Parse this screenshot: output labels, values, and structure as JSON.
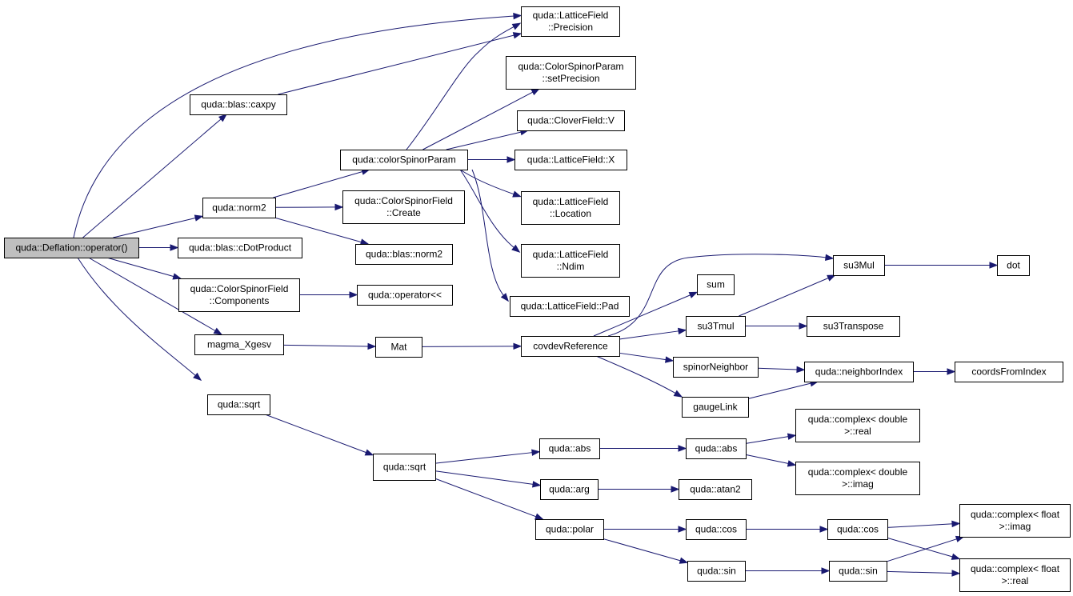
{
  "graph": {
    "nodes": [
      {
        "id": "root",
        "lines": [
          "quda::Deflation::operator()"
        ],
        "root": true
      },
      {
        "id": "caxpy",
        "lines": [
          "quda::blas::caxpy"
        ]
      },
      {
        "id": "norm2",
        "lines": [
          "quda::norm2"
        ]
      },
      {
        "id": "cdot",
        "lines": [
          "quda::blas::cDotProduct"
        ]
      },
      {
        "id": "components",
        "lines": [
          "quda::ColorSpinorField",
          "::Components"
        ]
      },
      {
        "id": "magma",
        "lines": [
          "magma_Xgesv"
        ]
      },
      {
        "id": "sqrt1",
        "lines": [
          "quda::sqrt"
        ]
      },
      {
        "id": "lfprecision",
        "lines": [
          "quda::LatticeField",
          "::Precision"
        ]
      },
      {
        "id": "csparam",
        "lines": [
          "quda::colorSpinorParam"
        ]
      },
      {
        "id": "csfcreate",
        "lines": [
          "quda::ColorSpinorField",
          "::Create"
        ]
      },
      {
        "id": "blasnorm2",
        "lines": [
          "quda::blas::norm2"
        ]
      },
      {
        "id": "opstream",
        "lines": [
          "quda::operator<<"
        ]
      },
      {
        "id": "setprecision",
        "lines": [
          "quda::ColorSpinorParam",
          "::setPrecision"
        ]
      },
      {
        "id": "cloverv",
        "lines": [
          "quda::CloverField::V"
        ]
      },
      {
        "id": "lfx",
        "lines": [
          "quda::LatticeField::X"
        ]
      },
      {
        "id": "lflocation",
        "lines": [
          "quda::LatticeField",
          "::Location"
        ]
      },
      {
        "id": "lfndim",
        "lines": [
          "quda::LatticeField",
          "::Ndim"
        ]
      },
      {
        "id": "lfpad",
        "lines": [
          "quda::LatticeField::Pad"
        ]
      },
      {
        "id": "mat",
        "lines": [
          "Mat"
        ]
      },
      {
        "id": "covdev",
        "lines": [
          "covdevReference"
        ]
      },
      {
        "id": "sum",
        "lines": [
          "sum"
        ]
      },
      {
        "id": "su3tmul",
        "lines": [
          "su3Tmul"
        ]
      },
      {
        "id": "su3mul",
        "lines": [
          "su3Mul"
        ]
      },
      {
        "id": "dot",
        "lines": [
          "dot"
        ]
      },
      {
        "id": "su3transpose",
        "lines": [
          "su3Transpose"
        ]
      },
      {
        "id": "spinorneighbor",
        "lines": [
          "spinorNeighbor"
        ]
      },
      {
        "id": "gaugelink",
        "lines": [
          "gaugeLink"
        ]
      },
      {
        "id": "neighborindex",
        "lines": [
          "quda::neighborIndex"
        ]
      },
      {
        "id": "coordsfromindex",
        "lines": [
          "coordsFromIndex"
        ]
      },
      {
        "id": "sqrt2",
        "lines": [
          "quda::sqrt"
        ]
      },
      {
        "id": "abs1",
        "lines": [
          "quda::abs"
        ]
      },
      {
        "id": "abs2",
        "lines": [
          "quda::abs"
        ]
      },
      {
        "id": "cdreal",
        "lines": [
          "quda::complex< double",
          ">::real"
        ]
      },
      {
        "id": "cdimag",
        "lines": [
          "quda::complex< double",
          ">::imag"
        ]
      },
      {
        "id": "arg",
        "lines": [
          "quda::arg"
        ]
      },
      {
        "id": "atan2",
        "lines": [
          "quda::atan2"
        ]
      },
      {
        "id": "polar",
        "lines": [
          "quda::polar"
        ]
      },
      {
        "id": "cos1",
        "lines": [
          "quda::cos"
        ]
      },
      {
        "id": "cos2",
        "lines": [
          "quda::cos"
        ]
      },
      {
        "id": "sin1",
        "lines": [
          "quda::sin"
        ]
      },
      {
        "id": "sin2",
        "lines": [
          "quda::sin"
        ]
      },
      {
        "id": "cfimag",
        "lines": [
          "quda::complex< float",
          ">::imag"
        ]
      },
      {
        "id": "cfreal",
        "lines": [
          "quda::complex< float",
          ">::real"
        ]
      }
    ],
    "edges": [
      {
        "from": "root",
        "to": "lfprecision"
      },
      {
        "from": "root",
        "to": "caxpy"
      },
      {
        "from": "root",
        "to": "norm2"
      },
      {
        "from": "root",
        "to": "cdot"
      },
      {
        "from": "root",
        "to": "components"
      },
      {
        "from": "root",
        "to": "magma"
      },
      {
        "from": "root",
        "to": "sqrt1"
      },
      {
        "from": "caxpy",
        "to": "lfprecision"
      },
      {
        "from": "norm2",
        "to": "csparam"
      },
      {
        "from": "norm2",
        "to": "csfcreate"
      },
      {
        "from": "norm2",
        "to": "blasnorm2"
      },
      {
        "from": "csparam",
        "to": "lfprecision"
      },
      {
        "from": "csparam",
        "to": "setprecision"
      },
      {
        "from": "csparam",
        "to": "cloverv"
      },
      {
        "from": "csparam",
        "to": "lfx"
      },
      {
        "from": "csparam",
        "to": "lflocation"
      },
      {
        "from": "csparam",
        "to": "lfndim"
      },
      {
        "from": "csparam",
        "to": "lfpad"
      },
      {
        "from": "components",
        "to": "opstream"
      },
      {
        "from": "magma",
        "to": "mat"
      },
      {
        "from": "mat",
        "to": "covdev"
      },
      {
        "from": "covdev",
        "to": "su3mul"
      },
      {
        "from": "covdev",
        "to": "sum"
      },
      {
        "from": "covdev",
        "to": "su3tmul"
      },
      {
        "from": "covdev",
        "to": "spinorneighbor"
      },
      {
        "from": "covdev",
        "to": "gaugelink"
      },
      {
        "from": "su3tmul",
        "to": "su3mul"
      },
      {
        "from": "su3tmul",
        "to": "su3transpose"
      },
      {
        "from": "su3mul",
        "to": "dot"
      },
      {
        "from": "spinorneighbor",
        "to": "neighborindex"
      },
      {
        "from": "gaugelink",
        "to": "neighborindex"
      },
      {
        "from": "neighborindex",
        "to": "coordsfromindex"
      },
      {
        "from": "sqrt1",
        "to": "sqrt2"
      },
      {
        "from": "sqrt2",
        "to": "abs1"
      },
      {
        "from": "sqrt2",
        "to": "arg"
      },
      {
        "from": "sqrt2",
        "to": "polar"
      },
      {
        "from": "abs1",
        "to": "abs2"
      },
      {
        "from": "abs2",
        "to": "cdreal"
      },
      {
        "from": "abs2",
        "to": "cdimag"
      },
      {
        "from": "arg",
        "to": "atan2"
      },
      {
        "from": "polar",
        "to": "cos1"
      },
      {
        "from": "polar",
        "to": "sin1"
      },
      {
        "from": "cos1",
        "to": "cos2"
      },
      {
        "from": "sin1",
        "to": "sin2"
      },
      {
        "from": "cos2",
        "to": "cfimag"
      },
      {
        "from": "cos2",
        "to": "cfreal"
      },
      {
        "from": "sin2",
        "to": "cfimag"
      },
      {
        "from": "sin2",
        "to": "cfreal"
      }
    ],
    "colors": {
      "edge": "#191970",
      "root_fill": "#bfbfbf",
      "node_fill": "#ffffff",
      "node_border": "#000000"
    }
  }
}
